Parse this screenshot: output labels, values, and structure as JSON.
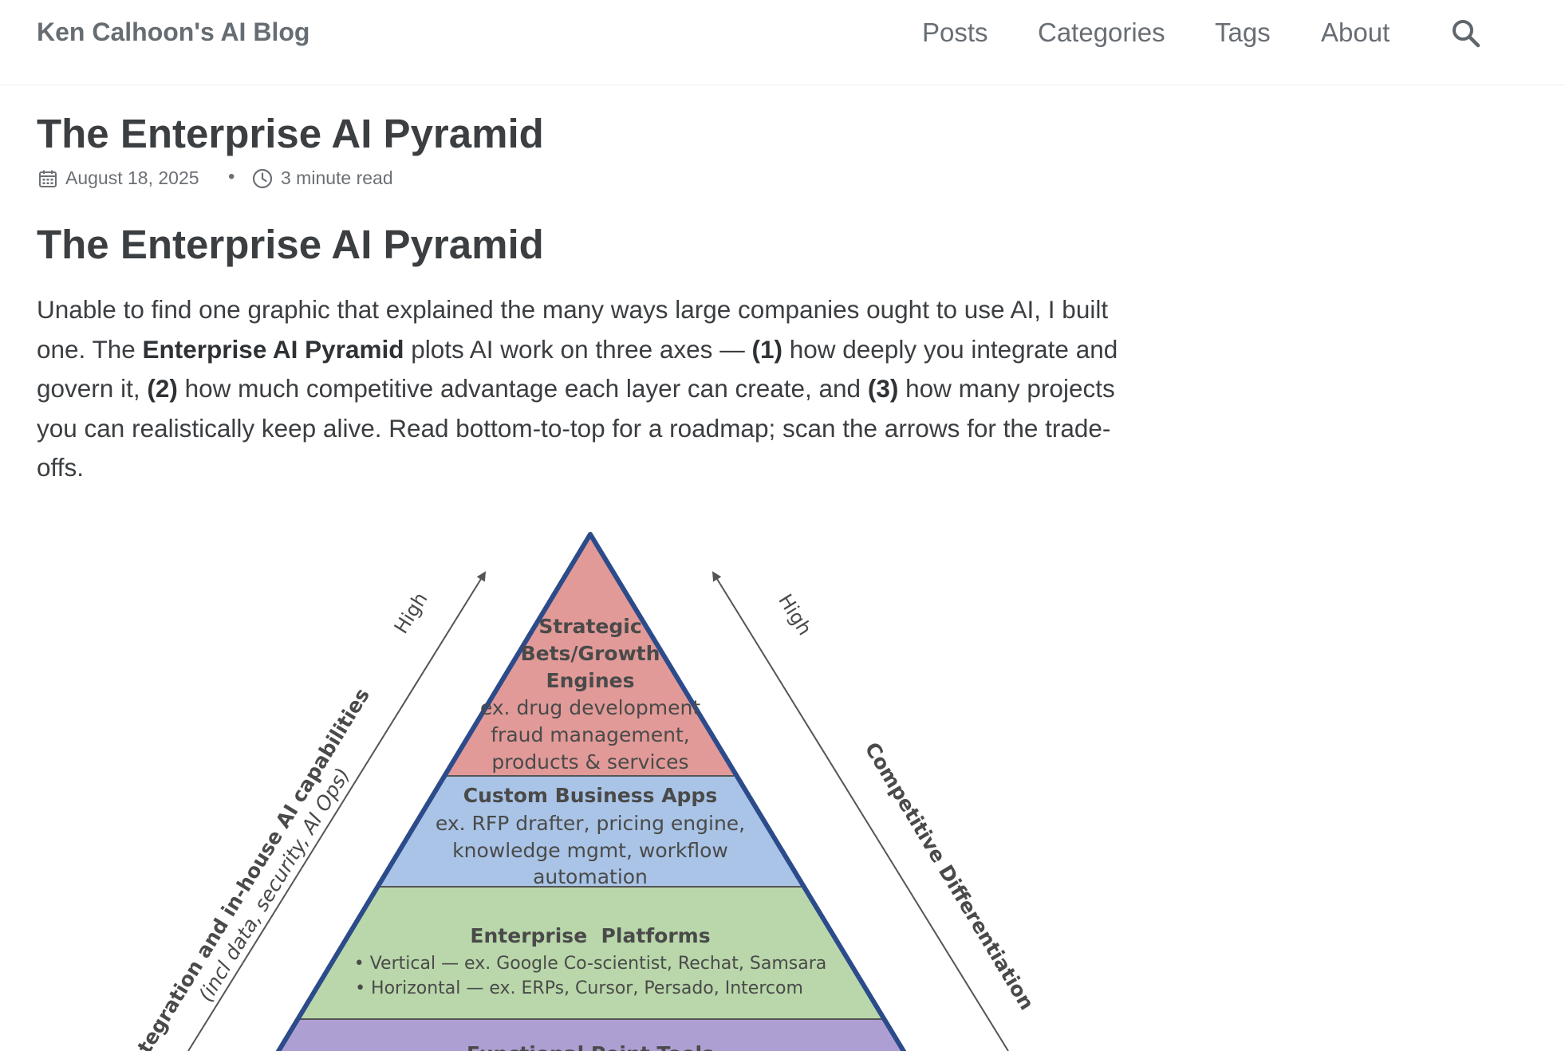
{
  "site": {
    "title": "Ken Calhoon's AI Blog"
  },
  "nav": {
    "items": [
      "Posts",
      "Categories",
      "Tags",
      "About"
    ]
  },
  "post": {
    "title": "The Enterprise AI Pyramid",
    "date": "August 18, 2025",
    "separator": "•",
    "read_time": "3 minute read",
    "heading": "The Enterprise AI Pyramid",
    "intro": {
      "t1": "Unable to find one graphic that explained the many ways large companies ought to use AI, I built one. The ",
      "b1": "Enterprise AI Pyramid",
      "t2": " plots AI work on three axes — ",
      "b2": "(1)",
      "t3": " how deeply you integrate and govern it, ",
      "b3": "(2)",
      "t4": " how much competitive advantage each layer can create, and ",
      "b4": "(3)",
      "t5": " how many projects you can realistically keep alive. Read bottom-to-top for a roadmap; scan the arrows for the trade-offs."
    }
  },
  "pyramid": {
    "left_arrow": {
      "high": "High",
      "label": "Integration and in-house AI capabilities",
      "sublabel": "(incl data, security, AI Ops)"
    },
    "right_arrow": {
      "high": "High",
      "label": "Competitive Differentiation"
    },
    "layers": {
      "top": {
        "title": [
          "Strategic",
          "Bets/Growth",
          "Engines"
        ],
        "body": [
          "ex. drug development",
          "fraud management,",
          "products & services"
        ],
        "color": "#e19a98"
      },
      "second": {
        "title": "Custom Business Apps",
        "body": [
          "ex. RFP drafter, pricing engine,",
          "knowledge mgmt, workflow",
          "automation"
        ],
        "color": "#a9c4e6"
      },
      "third": {
        "title": "Enterprise  Platforms",
        "body": [
          "• Vertical — ex. Google Co-scientist, Rechat, Samsara",
          "• Horizontal — ex. ERPs, Cursor, Persado, Intercom"
        ],
        "color": "#b9d7aa"
      },
      "bottom": {
        "title": "Functional Point Tools",
        "color": "#ad9fd2"
      }
    },
    "outline_color": "#2c4b8a"
  }
}
